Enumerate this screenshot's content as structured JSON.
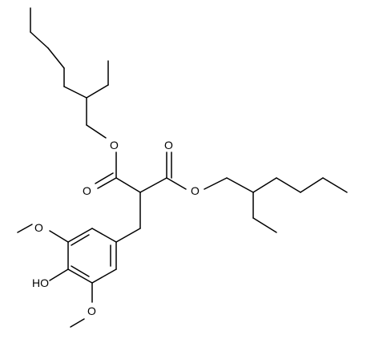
{
  "atoms": {
    "o_ester_upper": "O",
    "o_carbonyl_left": "O",
    "o_carbonyl_right": "O",
    "o_ester_lower": "O",
    "o_methoxy_upper": "O",
    "oh_phenol": "HO",
    "o_methoxy_lower": "O"
  },
  "colors": {
    "bond": "#000000",
    "label": "#000000",
    "background": "#ffffff"
  }
}
